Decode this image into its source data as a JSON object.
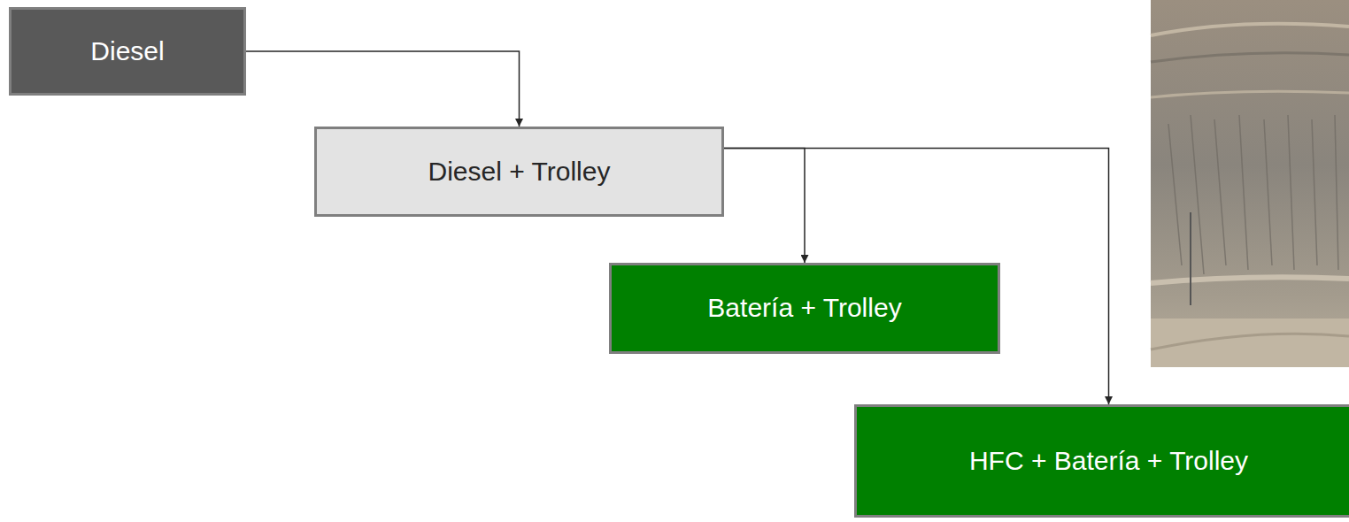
{
  "diagram": {
    "nodes": [
      {
        "text": [
          "Diesel"
        ]
      },
      {
        "text": [
          "Diesel + Trolley"
        ]
      },
      {
        "text": [
          "Batería + Trolley"
        ]
      },
      {
        "text": [
          "HFC + Batería + Trolley"
        ]
      }
    ],
    "edges": [
      {
        "from": 0,
        "to": 1,
        "arrow": "to"
      },
      {
        "from": 1,
        "to": 2,
        "arrow": "to"
      },
      {
        "from": 1,
        "to": 3,
        "arrow": "to"
      }
    ]
  }
}
